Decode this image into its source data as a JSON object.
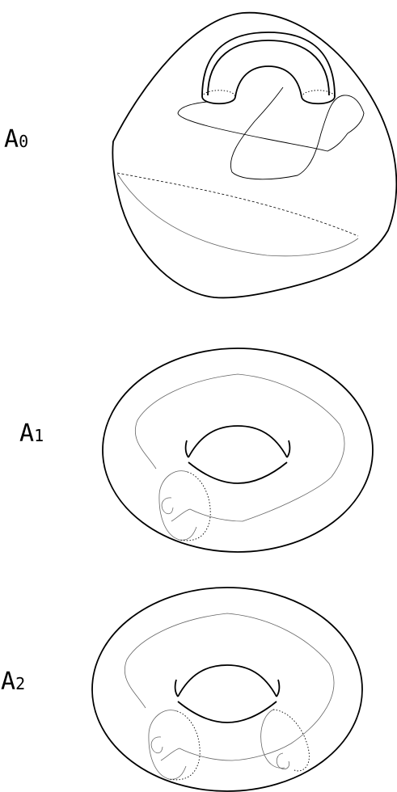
{
  "figure": {
    "labels": [
      {
        "id": "a0",
        "letter": "A",
        "index": "0"
      },
      {
        "id": "a1",
        "letter": "A",
        "index": "1"
      },
      {
        "id": "a2",
        "letter": "A",
        "index": "2"
      }
    ]
  }
}
